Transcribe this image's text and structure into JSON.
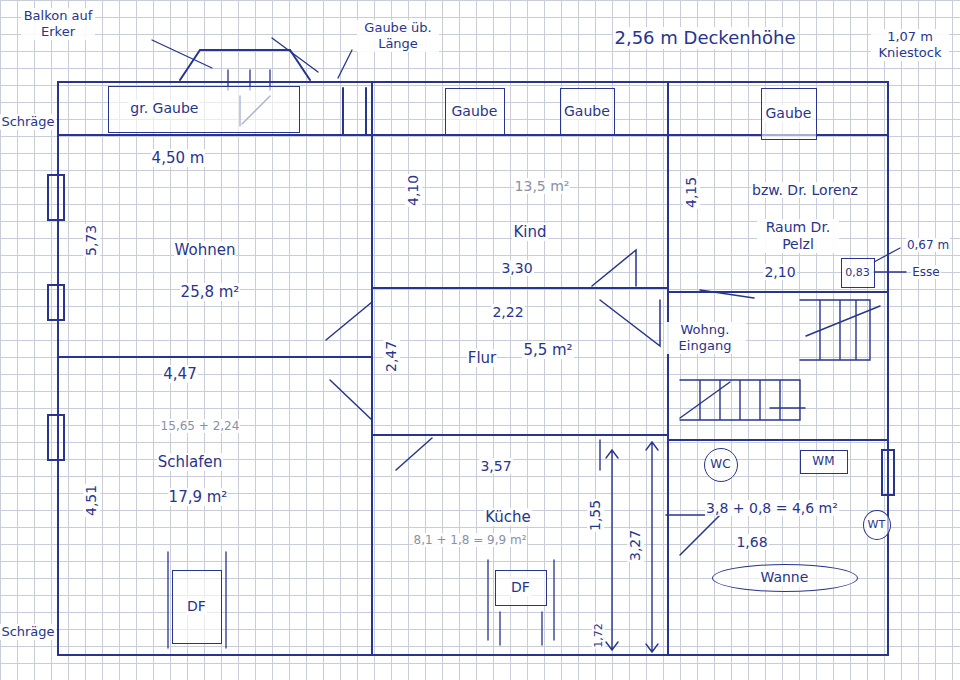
{
  "diagram": {
    "nodes": [
      {
        "text": [
          "gr. Gaube"
        ]
      },
      {
        "text": [
          "Gaube"
        ]
      },
      {
        "text": [
          "Gaube"
        ]
      },
      {
        "text": [
          "Gaube"
        ]
      },
      {
        "text": [
          "Wohnen",
          "25,8 m²"
        ]
      },
      {
        "text": [
          "15,65 + 2,24",
          "Schlafen",
          "17,9 m²"
        ]
      },
      {
        "text": [
          "DF"
        ],
        "in": 5
      },
      {
        "text": [
          "13,5 m²",
          "Kind"
        ]
      },
      {
        "text": [
          "Flur",
          "5,5 m²"
        ]
      },
      {
        "text": [
          "Küche",
          "8,1 + 1,8 = 9,9 m²"
        ]
      },
      {
        "text": [
          "DF"
        ],
        "in": 9
      },
      {
        "text": [
          "bzw. Dr. Lorenz",
          "Raum Dr. Pelzl"
        ]
      },
      {
        "text": [
          "0,83"
        ],
        "in": 11
      },
      {
        "text": [
          "3,8 + 0,8 = 4,6 m²"
        ]
      },
      {
        "text": [
          "WC"
        ],
        "in": 13
      },
      {
        "text": [
          "WM"
        ],
        "in": 13
      },
      {
        "text": [
          "WT"
        ],
        "in": 13
      },
      {
        "text": [
          "Wanne"
        ],
        "in": 13
      }
    ],
    "labels": [
      "Balkon auf Erker",
      "Gaube üb. Länge",
      "2,56 m Deckenhöhe",
      "1,07 m Kniestock",
      "Schräge",
      "Schräge",
      "4,50 m",
      "5,73",
      "4,47",
      "4,51",
      "4,10",
      "3,30",
      "2,22",
      "2,47",
      "3,57",
      "1,55",
      "3,27",
      "1,72",
      "4,15",
      "2,10",
      "0,67 m",
      "Esse",
      "Wohng. Eingang",
      "1,68"
    ]
  }
}
